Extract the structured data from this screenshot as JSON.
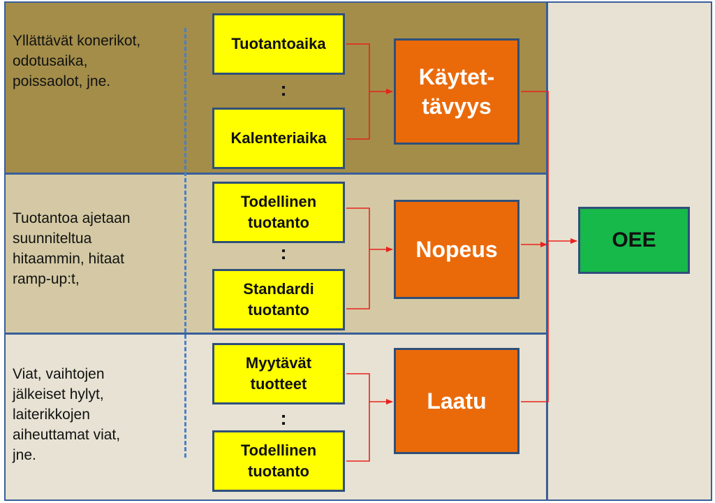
{
  "rows": [
    {
      "description": "Yllättävät konerikot,\nodotusaika,\npoissaolot, jne.",
      "numerator": "Tuotantoaika",
      "separator": ":",
      "denominator": "Kalenteriaika",
      "factor": "Käytet-\ntävyys"
    },
    {
      "description": "Tuotantoa ajetaan\nsuunniteltua\nhitaammin, hitaat\nramp-up:t,",
      "numerator": "Todellinen\ntuotanto",
      "separator": ":",
      "denominator": "Standardi\ntuotanto",
      "factor": "Nopeus"
    },
    {
      "description": "Viat, vaihtojen\njälkeiset hylyt,\nlaiterikkojen\naiheuttamat viat,\njne.",
      "numerator": "Myytävät\ntuotteet",
      "separator": ":",
      "denominator": "Todellinen\ntuotanto",
      "factor": "Laatu"
    }
  ],
  "result": "OEE",
  "colors": {
    "band_dark": "#a38d49",
    "band_mid": "#d4c9a4",
    "band_light": "#e7e2d3",
    "ratio_box": "#ffff00",
    "factor_box": "#ea6a0a",
    "result_box": "#17b94a",
    "connector": "#e8221e",
    "border": "#3a5e9a",
    "divider": "#4a7ec8"
  }
}
